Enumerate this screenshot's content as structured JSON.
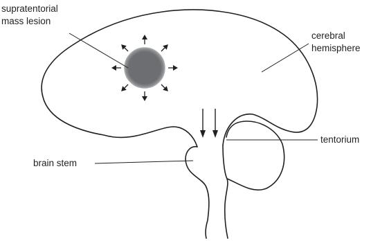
{
  "labels": {
    "supratentorial_line1": "supratentorial",
    "supratentorial_line2": "mass lesion",
    "cerebral_line1": "cerebral",
    "cerebral_line2": "hemisphere",
    "tentorium": "tentorium",
    "brain_stem": "brain stem"
  },
  "colors": {
    "outline": "#231f20",
    "mass_fill": "#6d6e71",
    "mass_edge": "#a7a9ac",
    "background": "#ffffff"
  },
  "icons": {
    "mass_expansion": "radial-arrows",
    "herniation": "double-down-arrow"
  }
}
